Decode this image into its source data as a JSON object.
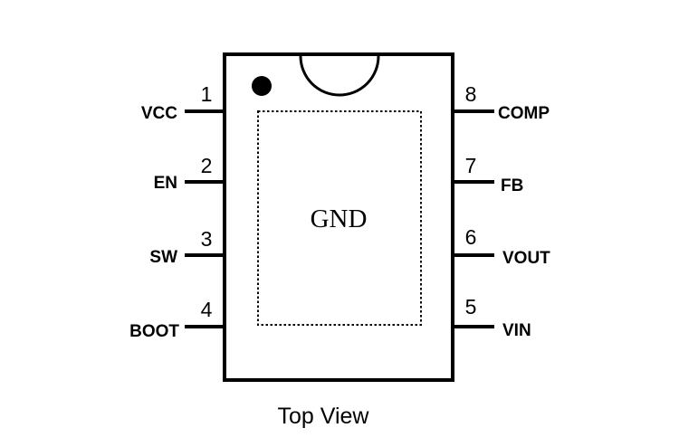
{
  "package": {
    "exposed_pad_label": "GND",
    "view_label": "Top View"
  },
  "pins": {
    "left": [
      {
        "number": "1",
        "name": "VCC"
      },
      {
        "number": "2",
        "name": "EN"
      },
      {
        "number": "3",
        "name": "SW"
      },
      {
        "number": "4",
        "name": "BOOT"
      }
    ],
    "right": [
      {
        "number": "8",
        "name": "COMP"
      },
      {
        "number": "7",
        "name": "FB"
      },
      {
        "number": "6",
        "name": "VOUT"
      },
      {
        "number": "5",
        "name": "VIN"
      }
    ]
  },
  "colors": {
    "outline": "#000000",
    "background": "#ffffff"
  }
}
